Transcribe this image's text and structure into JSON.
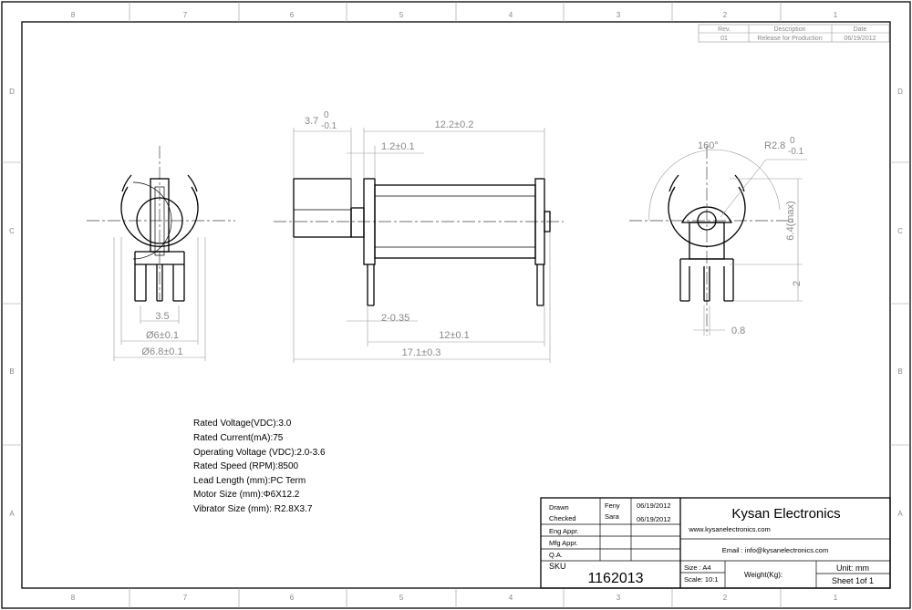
{
  "zones": {
    "columns": [
      "8",
      "7",
      "6",
      "5",
      "4",
      "3",
      "2",
      "1"
    ],
    "rows": [
      "D",
      "C",
      "B",
      "A"
    ]
  },
  "revision_table": {
    "headers": [
      "Rev.",
      "Description",
      "Date"
    ],
    "rows": [
      [
        "01",
        "Release for Production",
        "06/19/2012"
      ]
    ]
  },
  "dimensions": {
    "shaft_length": "3.7",
    "shaft_tol_upper": "0",
    "shaft_tol_lower": "-0.1",
    "body_length": "12.2±0.2",
    "flange": "1.2±0.1",
    "lead_width": "2-0.35",
    "can_length": "12±0.1",
    "overall_length": "17.1±0.3",
    "lead_pitch": "3.5",
    "diameter_inner": "Ø6±0.1",
    "diameter_outer": "Ø6.8±0.1",
    "angle": "160°",
    "radius": "R2.8",
    "radius_tol_upper": "0",
    "radius_tol_lower": "-0.1",
    "height": "6.4(max)",
    "lead_length": "2",
    "lead_thickness": "0.8"
  },
  "specs": [
    "Rated Voltage(VDC):3.0",
    "Rated Current(mA):75",
    "Operating Voltage (VDC):2.0-3.6",
    "Rated Speed (RPM):8500",
    "Lead Length (mm):PC Term",
    "Motor Size (mm):Φ6X12.2",
    "Vibrator Size (mm): R2.8X3.7"
  ],
  "title_block": {
    "approvals": [
      {
        "role": "Drawn",
        "name": "Feny",
        "date": "06/19/2012"
      },
      {
        "role": "Checked",
        "name": "Sara",
        "date": "06/19/2012"
      },
      {
        "role": "Eng Appr.",
        "name": "",
        "date": ""
      },
      {
        "role": "Mfg Appr.",
        "name": "",
        "date": ""
      },
      {
        "role": "Q.A.",
        "name": "",
        "date": ""
      }
    ],
    "sku_label": "SKU",
    "sku": "1162013",
    "company": "Kysan Electronics",
    "website": "www.kysanelectronics.com",
    "email": "Email : info@kysanelectronics.com",
    "size": "Size : A4",
    "scale": "Scale: 10:1",
    "weight": "Weight(Kg):",
    "unit": "Unit: mm",
    "sheet": "Sheet 1of 1"
  }
}
